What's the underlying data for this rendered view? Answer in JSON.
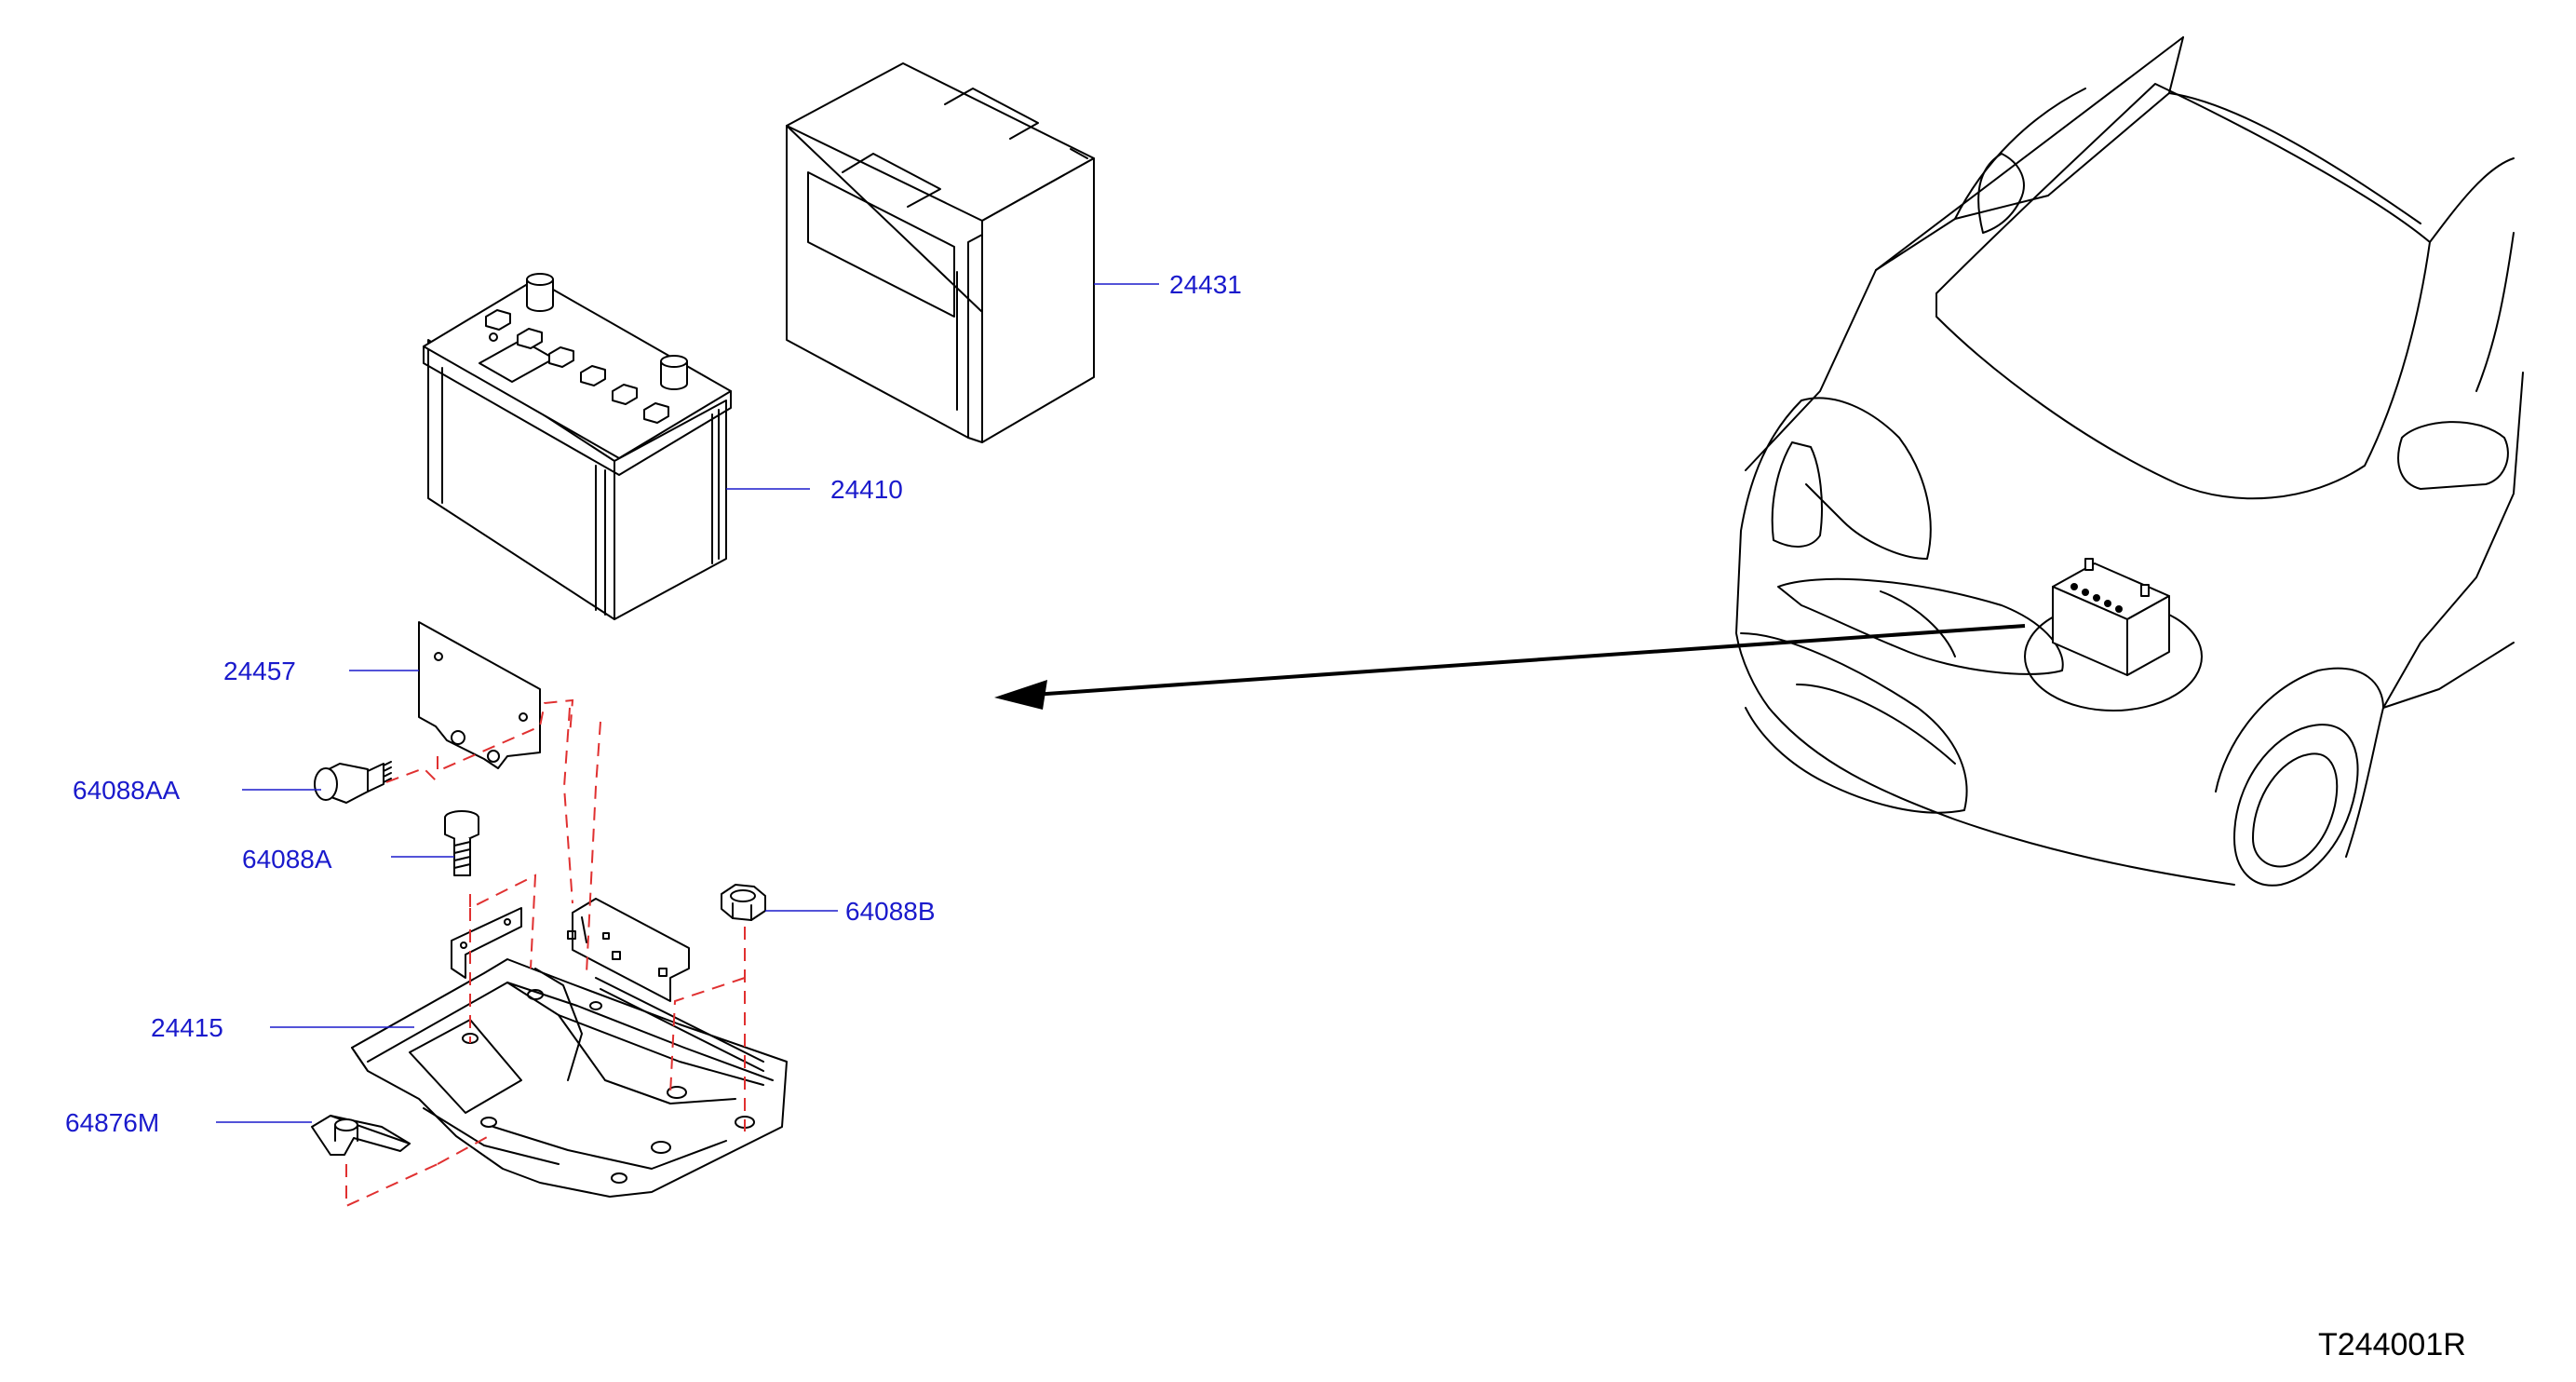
{
  "diagram": {
    "drawing_number": "T244001R",
    "colors": {
      "line": "#000000",
      "callout": "#1a1acc",
      "assembly_dash": "#e03030",
      "background": "#ffffff"
    },
    "parts": [
      {
        "code": "24431",
        "name": "battery-cover"
      },
      {
        "code": "24410",
        "name": "battery"
      },
      {
        "code": "24457",
        "name": "battery-hold-down-plate"
      },
      {
        "code": "64088AA",
        "name": "bolt"
      },
      {
        "code": "64088A",
        "name": "bolt"
      },
      {
        "code": "64088B",
        "name": "nut"
      },
      {
        "code": "24415",
        "name": "battery-tray"
      },
      {
        "code": "64876M",
        "name": "clip-bracket"
      }
    ]
  }
}
